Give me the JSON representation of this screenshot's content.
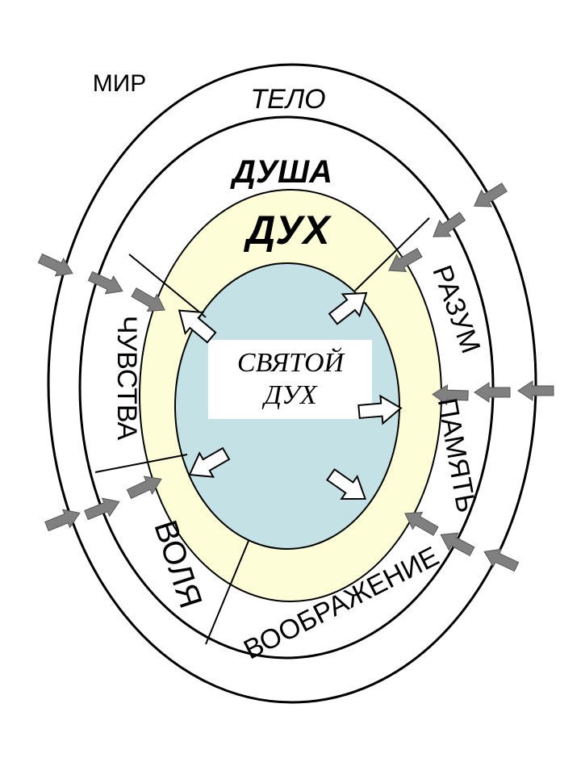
{
  "labels": {
    "world": "МИР",
    "body": "ТЕЛО",
    "soul": "ДУША",
    "spirit": "ДУХ",
    "holy_spirit_line1": "СВЯТОЙ",
    "holy_spirit_line2": "ДУХ",
    "feelings": "ЧУВСТВА",
    "will": "ВОЛЯ",
    "imagination": "ВООБРАЖЕНИЕ",
    "memory": "ПАМЯТЬ",
    "reason": "РАЗУМ"
  },
  "colors": {
    "spirit_ring": "#fdfdd8",
    "core": "#c4e2e6",
    "outline": "#000000",
    "influence_arrow": "#808080",
    "inner_arrow": "#ffffff",
    "holy_box": "#ffffff"
  },
  "icons": {
    "influence_arrow": "gray-arrow-icon",
    "inner_arrow": "white-outline-arrow-icon"
  }
}
